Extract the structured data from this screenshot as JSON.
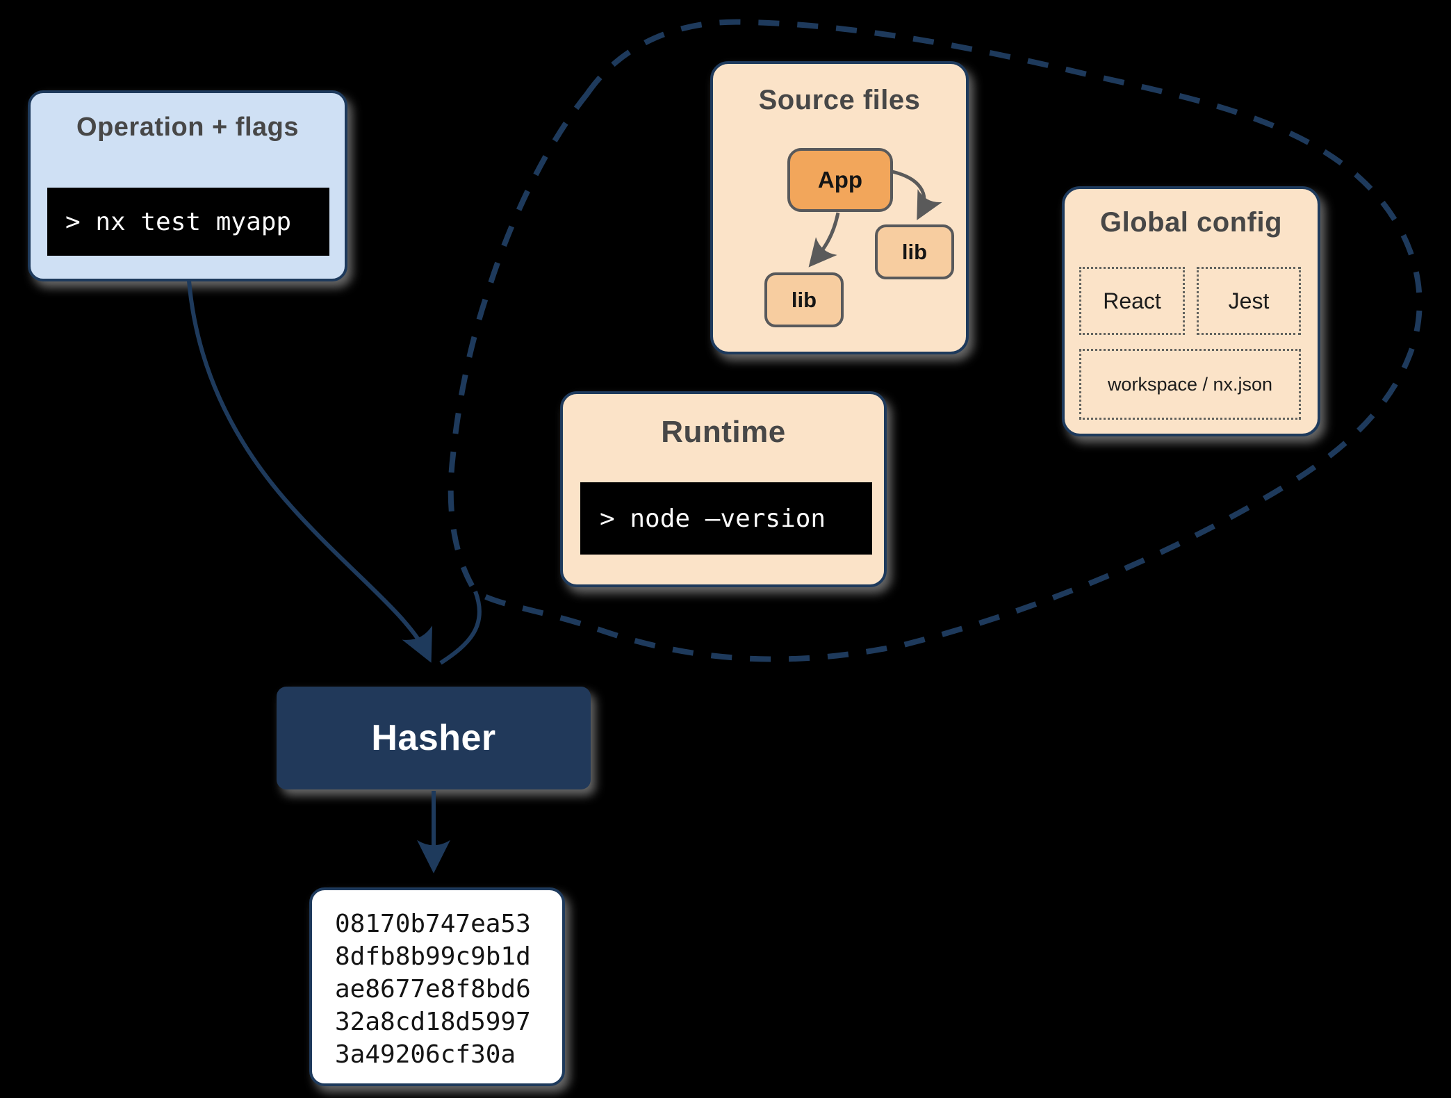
{
  "colors": {
    "navy_accent": "#1e3a5c",
    "light_blue": "#cfe0f4",
    "peach": "#fbe3c8",
    "orange_node": "#f2a65b",
    "light_orange_node": "#f7cda0",
    "terminal_bg": "#000000",
    "terminal_text": "#fafafa",
    "title_text": "#474747"
  },
  "operation_box": {
    "title": "Operation + flags",
    "command": "> nx test myapp"
  },
  "cloud": {
    "source_files": {
      "title": "Source files",
      "nodes": {
        "app": "App",
        "lib_right": "lib",
        "lib_left": "lib"
      }
    },
    "global_config": {
      "title": "Global config",
      "items": {
        "react": "React",
        "jest": "Jest",
        "workspace": "workspace / nx.json"
      }
    },
    "runtime": {
      "title": "Runtime",
      "command": "> node –version"
    }
  },
  "hasher": {
    "label": "Hasher"
  },
  "hash_output": {
    "lines": [
      "08170b747ea53",
      "8dfb8b99c9b1d",
      "ae8677e8f8bd6",
      "32a8cd18d5997",
      "3a49206cf30a"
    ]
  }
}
